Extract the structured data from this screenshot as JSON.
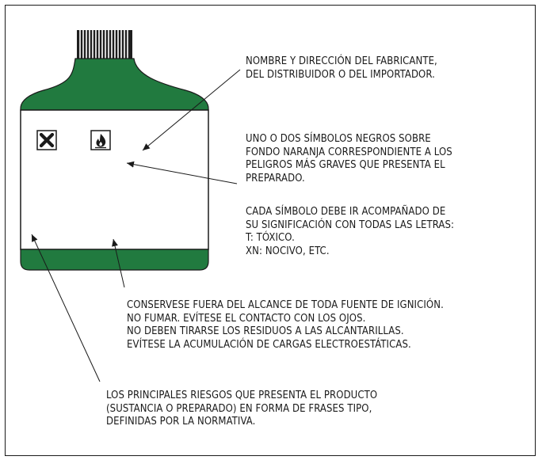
{
  "colors": {
    "bottle_green": "#217a3f",
    "cap_dark": "#1e1e1e",
    "outline": "#1a1a1a",
    "background": "#ffffff"
  },
  "icons": [
    "cross-hazard-icon",
    "flame-hazard-icon"
  ],
  "callouts": {
    "manufacturer": [
      "NOMBRE Y DIRECCIÓN DEL FABRICANTE,",
      "DEL DISTRIBUIDOR O DEL IMPORTADOR."
    ],
    "symbols": [
      "UNO O DOS SÍMBOLOS NEGROS SOBRE",
      "FONDO NARANJA CORRESPONDIENTE A LOS",
      "PELIGROS MÁS GRAVES QUE PRESENTA EL",
      "PREPARADO."
    ],
    "symbol_meaning": [
      "CADA SÍMBOLO DEBE IR ACOMPAÑADO DE",
      "SU SIGNIFICACIÓN CON TODAS LAS LETRAS:",
      "T: TÓXICO.",
      "XN: NOCIVO, ETC."
    ],
    "advice": [
      "CONSERVESE FUERA DEL ALCANCE DE TODA FUENTE DE IGNICIÓN.",
      "NO FUMAR. EVÍTESE EL CONTACTO CON LOS OJOS.",
      "NO DEBEN TIRARSE LOS RESIDUOS A LAS ALCANTARILLAS.",
      "EVÍTESE LA ACUMULACIÓN DE CARGAS ELECTROESTÁTICAS."
    ],
    "risks": [
      "LOS PRINCIPALES RIESGOS QUE PRESENTA EL PRODUCTO",
      "(SUSTANCIA O PREPARADO) EN FORMA DE FRASES TIPO,",
      "DEFINIDAS POR LA NORMATIVA."
    ]
  }
}
